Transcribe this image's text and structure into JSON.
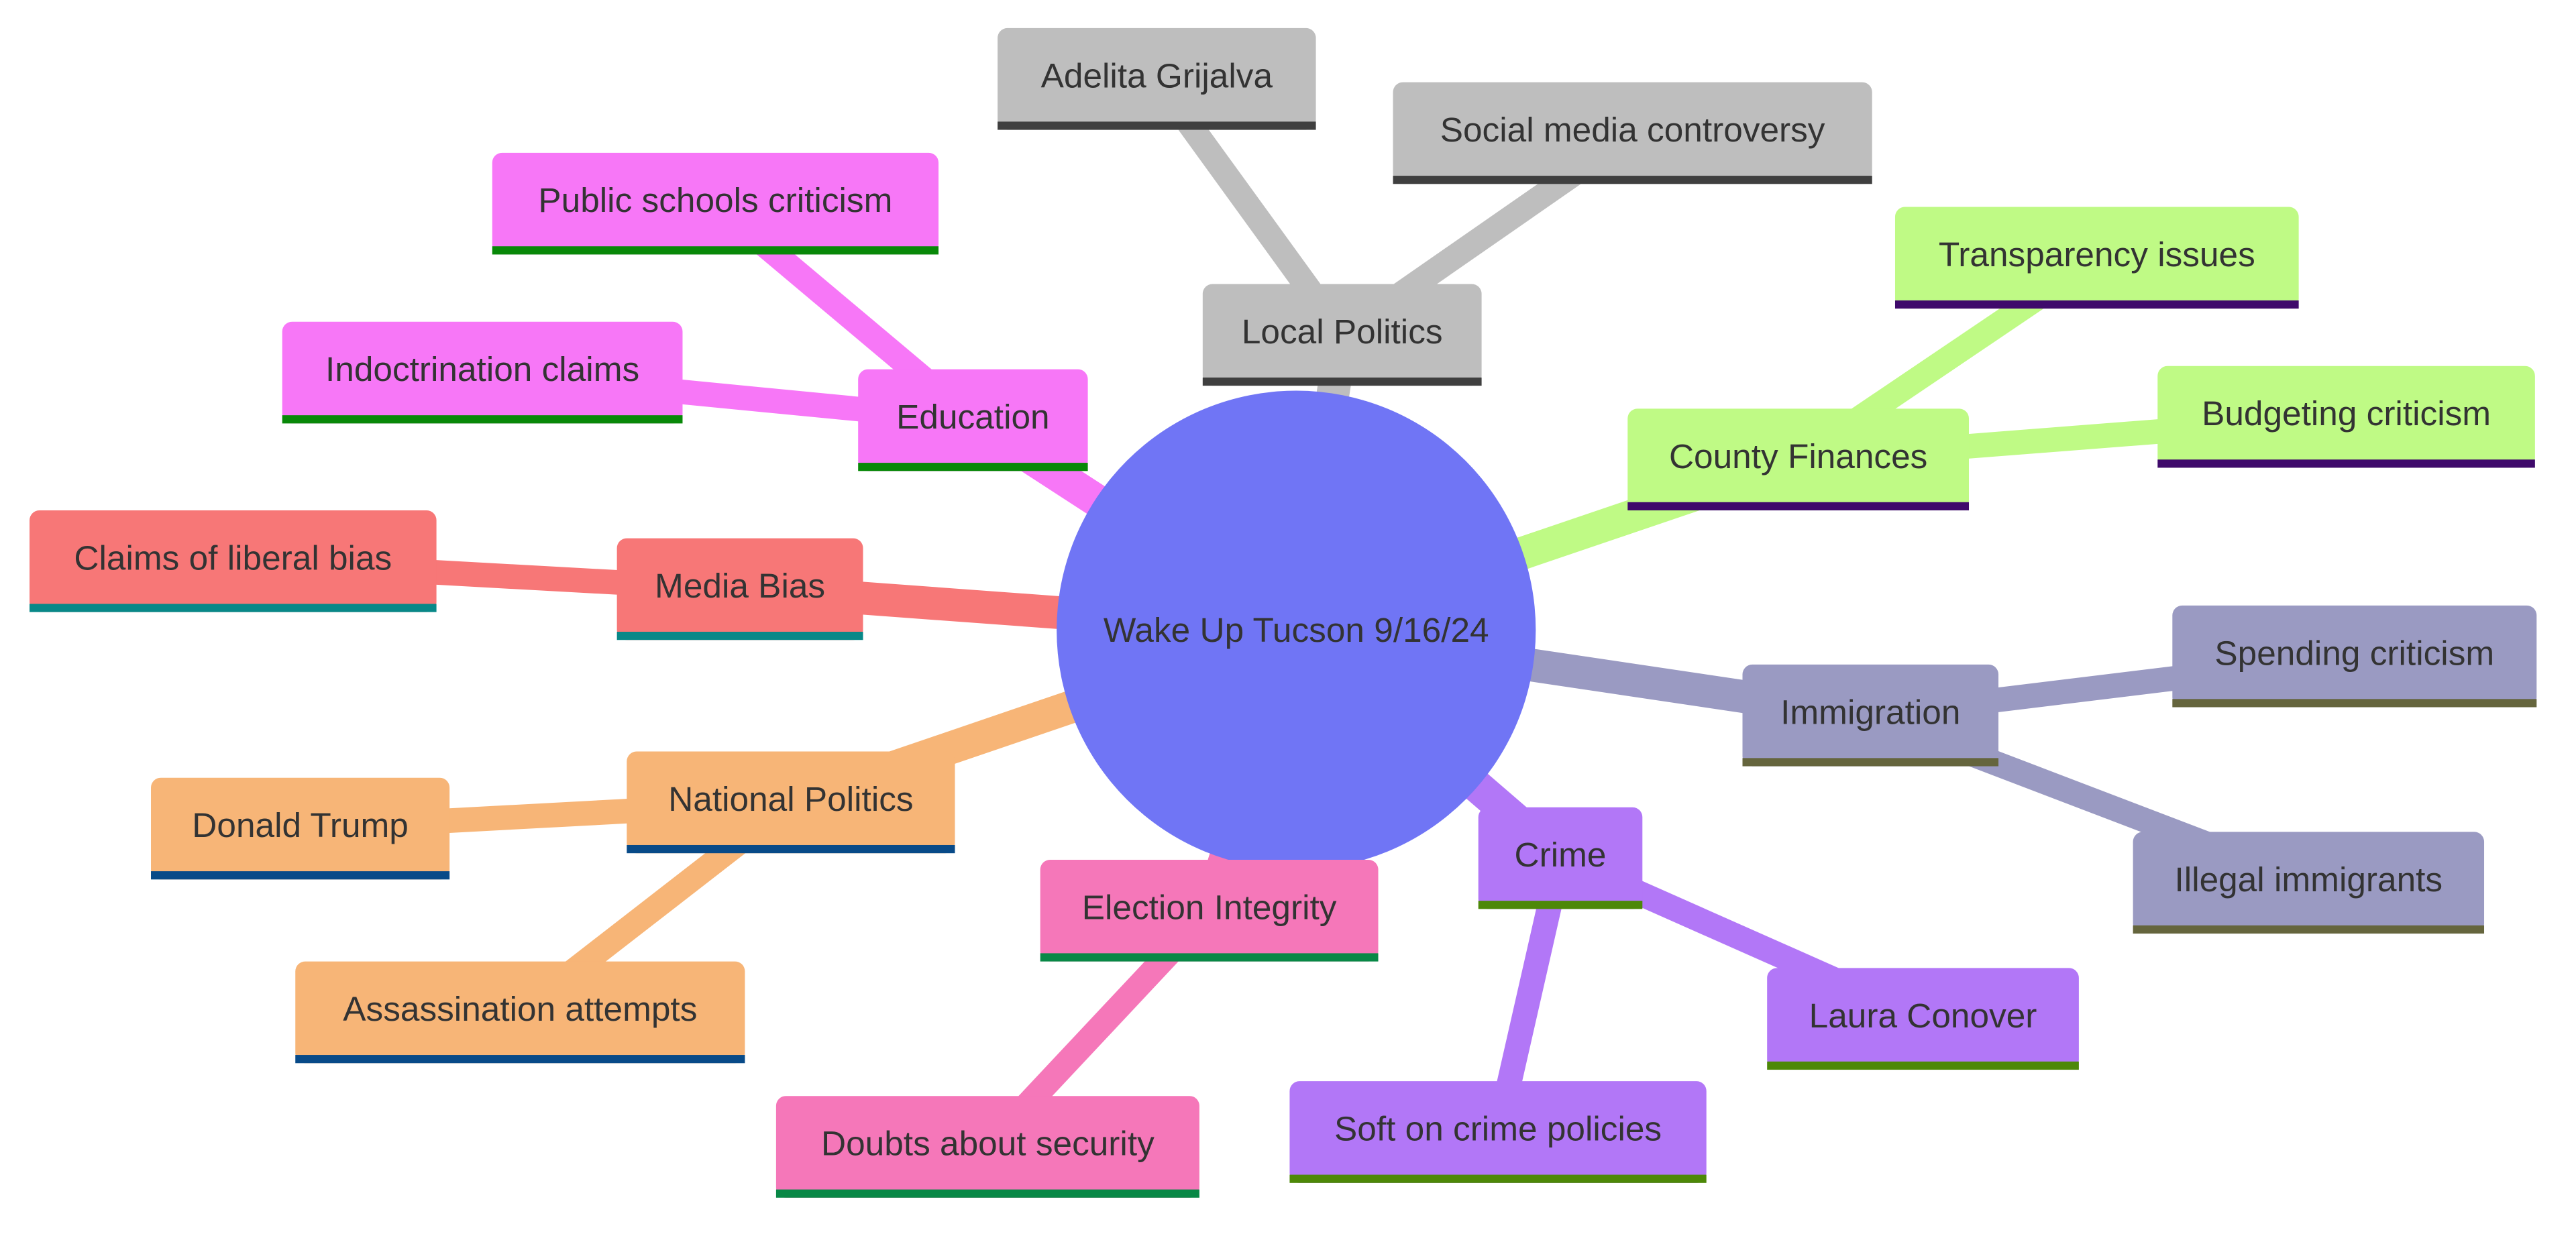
{
  "mindmap": {
    "root": {
      "label": "Wake Up Tucson 9/16/24",
      "color": "#7075F5"
    },
    "branches": [
      {
        "id": "local-politics",
        "label": "Local Politics",
        "color": "#BEBEBE",
        "underline": "#3F3F3F",
        "children": [
          {
            "id": "adelita-grijalva",
            "label": "Adelita Grijalva"
          },
          {
            "id": "social-media-controversy",
            "label": "Social media controversy"
          }
        ]
      },
      {
        "id": "county-finances",
        "label": "County Finances",
        "color": "#BFFA85",
        "underline": "#3F0A6B",
        "children": [
          {
            "id": "transparency-issues",
            "label": "Transparency issues"
          },
          {
            "id": "budgeting-criticism",
            "label": "Budgeting criticism"
          }
        ]
      },
      {
        "id": "immigration",
        "label": "Immigration",
        "color": "#9A9AC2",
        "underline": "#65653D",
        "children": [
          {
            "id": "spending-criticism",
            "label": "Spending criticism"
          },
          {
            "id": "illegal-immigrants",
            "label": "Illegal immigrants"
          }
        ]
      },
      {
        "id": "crime",
        "label": "Crime",
        "color": "#B277F7",
        "underline": "#4D8808",
        "children": [
          {
            "id": "laura-conover",
            "label": "Laura Conover"
          },
          {
            "id": "soft-on-crime-policies",
            "label": "Soft on crime policies"
          }
        ]
      },
      {
        "id": "election-integrity",
        "label": "Election Integrity",
        "color": "#F577B9",
        "underline": "#088846",
        "children": [
          {
            "id": "doubts-about-security",
            "label": "Doubts about security"
          }
        ]
      },
      {
        "id": "national-politics",
        "label": "National Politics",
        "color": "#F7B577",
        "underline": "#084A88",
        "children": [
          {
            "id": "donald-trump",
            "label": "Donald Trump"
          },
          {
            "id": "assassination-attempts",
            "label": "Assassination attempts"
          }
        ]
      },
      {
        "id": "media-bias",
        "label": "Media Bias",
        "color": "#F77777",
        "underline": "#088888",
        "children": [
          {
            "id": "claims-of-liberal-bias",
            "label": "Claims of liberal bias"
          }
        ]
      },
      {
        "id": "education",
        "label": "Education",
        "color": "#F777F7",
        "underline": "#088808",
        "children": [
          {
            "id": "indoctrination-claims",
            "label": "Indoctrination claims"
          },
          {
            "id": "public-schools-criticism",
            "label": "Public schools criticism"
          }
        ]
      }
    ]
  }
}
